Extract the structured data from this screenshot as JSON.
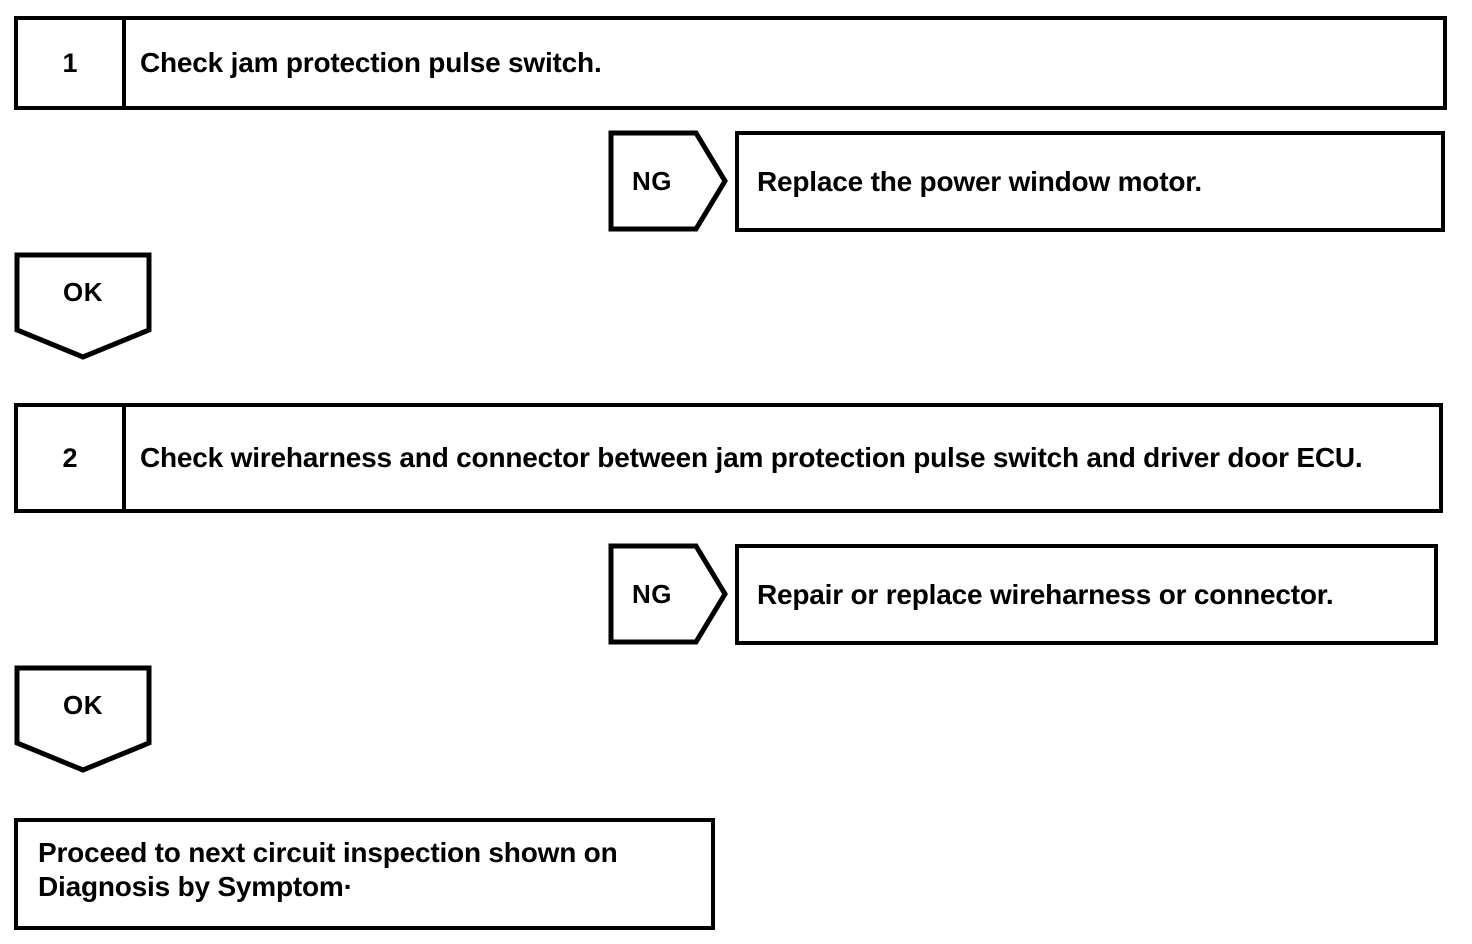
{
  "diagram": {
    "type": "troubleshooting-flowchart",
    "steps": [
      {
        "number": "1",
        "instruction": "Check jam protection pulse switch.",
        "ng_label": "NG",
        "ng_result": "Replace the power window motor.",
        "ok_label": "OK"
      },
      {
        "number": "2",
        "instruction": "Check wireharness and connector between jam protection pulse switch and driver door ECU.",
        "ng_label": "NG",
        "ng_result": "Repair or replace wireharness or connector.",
        "ok_label": "OK"
      }
    ],
    "final": {
      "line1": "Proceed to next circuit inspection shown on",
      "line2": "Diagnosis by Symptom·"
    },
    "colors": {
      "stroke": "#000000",
      "fill": "#ffffff"
    }
  }
}
